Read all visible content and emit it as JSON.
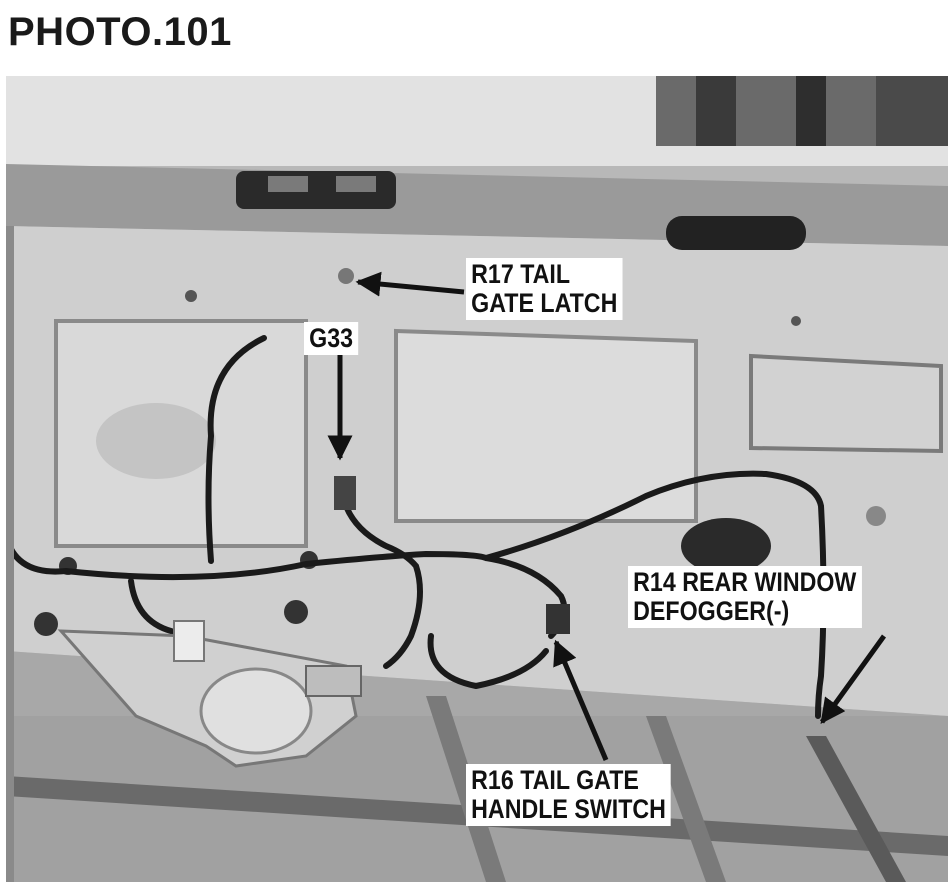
{
  "title": "PHOTO.101",
  "callouts": {
    "r17": {
      "line1": "R17 TAIL",
      "line2": "GATE LATCH"
    },
    "g33": {
      "line1": "G33"
    },
    "r14": {
      "line1": "R14 REAR WINDOW",
      "line2": "DEFOGGER(-)"
    },
    "r16": {
      "line1": "R16 TAIL GATE",
      "line2": "HANDLE SWITCH"
    }
  },
  "colors": {
    "photo_bg": "#b8b8b8",
    "panel": "#cfcfcf",
    "harness": "#1a1a1a"
  }
}
